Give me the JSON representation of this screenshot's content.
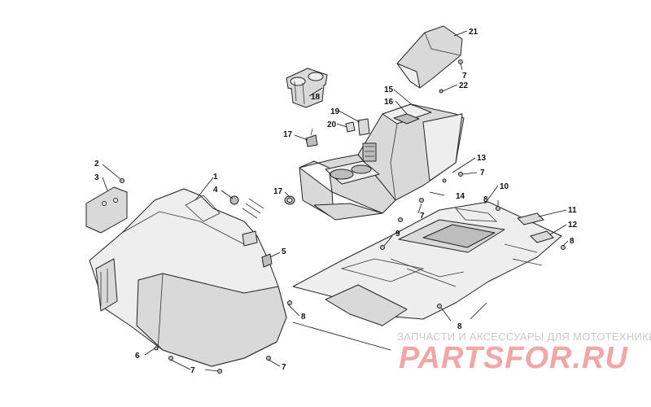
{
  "diagram": {
    "callouts": [
      {
        "id": "c21",
        "label": "21"
      },
      {
        "id": "c7a",
        "label": "7"
      },
      {
        "id": "c22",
        "label": "22"
      },
      {
        "id": "c15",
        "label": "15"
      },
      {
        "id": "c16",
        "label": "16"
      },
      {
        "id": "c18",
        "label": "18"
      },
      {
        "id": "c19",
        "label": "19"
      },
      {
        "id": "c20",
        "label": "20"
      },
      {
        "id": "c17a",
        "label": "17"
      },
      {
        "id": "c17b",
        "label": "17"
      },
      {
        "id": "c13",
        "label": "13"
      },
      {
        "id": "c7b",
        "label": "7"
      },
      {
        "id": "c14",
        "label": "14"
      },
      {
        "id": "c7c",
        "label": "7"
      },
      {
        "id": "c10",
        "label": "10"
      },
      {
        "id": "c8a",
        "label": "8"
      },
      {
        "id": "c11",
        "label": "11"
      },
      {
        "id": "c12",
        "label": "12"
      },
      {
        "id": "c8b",
        "label": "8"
      },
      {
        "id": "c9",
        "label": "9"
      },
      {
        "id": "c2",
        "label": "2"
      },
      {
        "id": "c3",
        "label": "3"
      },
      {
        "id": "c1",
        "label": "1"
      },
      {
        "id": "c4",
        "label": "4"
      },
      {
        "id": "c5",
        "label": "5"
      },
      {
        "id": "c8c",
        "label": "8"
      },
      {
        "id": "c8d",
        "label": "8"
      },
      {
        "id": "c6",
        "label": "6"
      },
      {
        "id": "c7d",
        "label": "7"
      },
      {
        "id": "c7e",
        "label": "7"
      }
    ]
  },
  "watermark": {
    "tagline": "ЗАПЧАСТИ И АКСЕССУАРЫ ДЛЯ МОТОТЕХНИКИ",
    "brand": "PARTSFOR.RU"
  }
}
